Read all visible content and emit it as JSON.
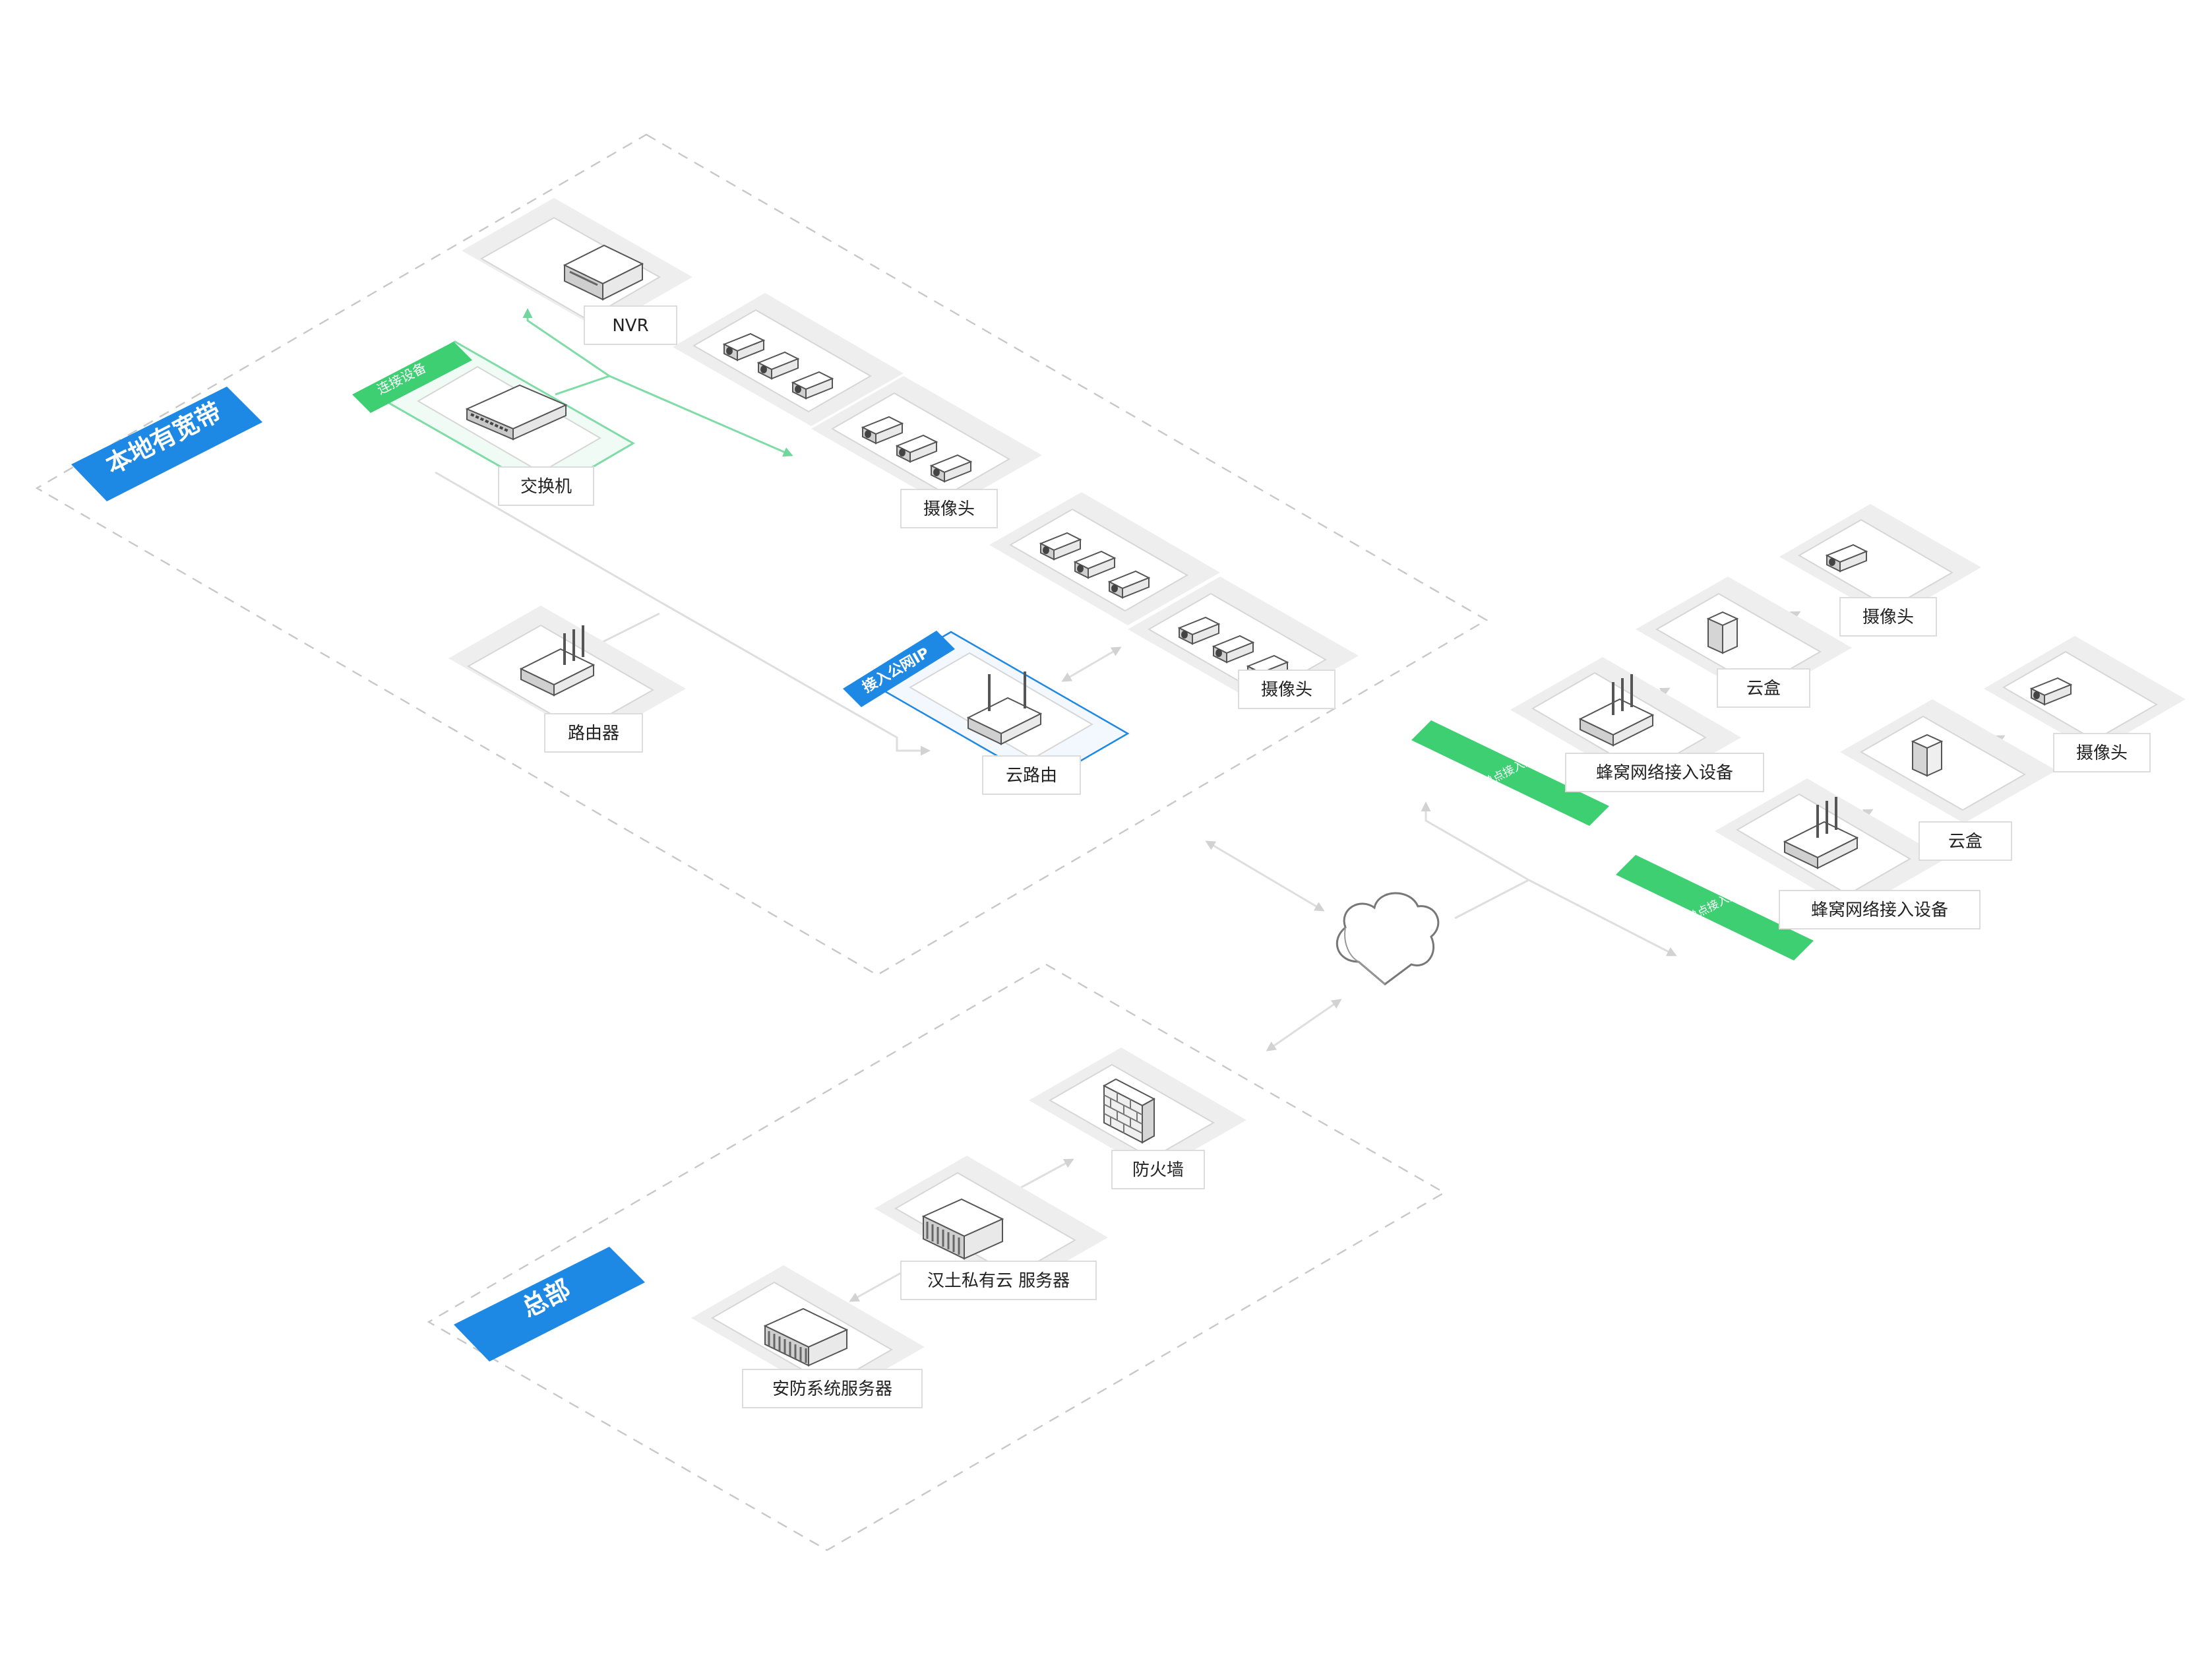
{
  "zones": {
    "local": {
      "tag": "本地有宽带"
    },
    "hq": {
      "tag": "总部"
    }
  },
  "badges": {
    "switch_badge": "连接设备",
    "cloud_router_badge": "接入公网IP",
    "single_point_1": "单点接入点",
    "single_point_2": "单点接入点"
  },
  "labels": {
    "nvr": "NVR",
    "switch": "交换机",
    "camera_group_1": "摄像头",
    "router": "路由器",
    "cloud_router": "云路由",
    "camera_group_2": "摄像头",
    "cellular_1": "蜂窝网络接入设备",
    "cloud_box_1": "云盒",
    "camera_1": "摄像头",
    "cellular_2": "蜂窝网络接入设备",
    "cloud_box_2": "云盒",
    "camera_2": "摄像头",
    "firewall": "防火墙",
    "private_cloud": "汉土私有云 服务器",
    "security_server": "安防系统服务器"
  },
  "icons": [
    "nvr-icon",
    "switch-icon",
    "camera-icon",
    "router-icon",
    "cloud-router-icon",
    "cloud-box-icon",
    "cloud-icon",
    "firewall-icon",
    "server-icon"
  ],
  "colors": {
    "accent_blue": "#1e88e5",
    "accent_green": "#3ecf73",
    "line_green": "#7fdca7",
    "line_gray": "#dedede",
    "zone_dash": "#c8c8c8"
  }
}
